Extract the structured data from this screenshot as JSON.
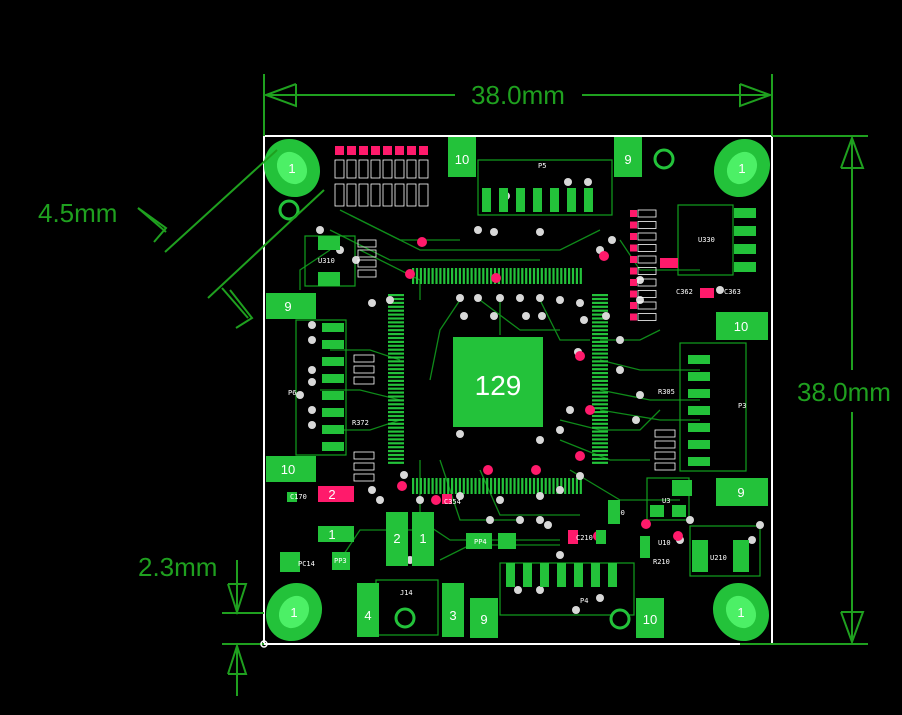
{
  "dimensions": {
    "width": "38.0mm",
    "height": "38.0mm",
    "hole_offset": "4.5mm",
    "edge_offset": "2.3mm"
  },
  "chip": {
    "label": "129"
  },
  "connectors": {
    "top": {
      "ref": "P5",
      "pin_left": "10",
      "pin_right": "9"
    },
    "left": {
      "ref": "P6",
      "pin_top": "9",
      "pin_bottom": "10"
    },
    "right": {
      "ref": "P3",
      "pin_top": "10",
      "pin_bottom": "9"
    },
    "bottom": {
      "ref": "P4",
      "pin_left": "9",
      "pin_right": "10"
    },
    "j": {
      "ref": "J14",
      "pin_left": "4",
      "pin_right": "3"
    }
  },
  "mount_holes": [
    "1",
    "1",
    "1",
    "1"
  ],
  "parts": {
    "u310": "U310",
    "u330": "U330",
    "u3": "U3",
    "u10": "U10",
    "u210": "U210",
    "pp3": "PP3",
    "pp4": "PP4",
    "c354": "C354",
    "c210": "C210",
    "c170": "C170",
    "c362": "C362",
    "c363": "C363",
    "r305": "R305",
    "r372": "R372",
    "r300": "R300",
    "r210": "R210",
    "pc14": "PC14",
    "sq1": "1",
    "sq2": "2",
    "u2pin2": "2",
    "u2pin1": "1"
  }
}
